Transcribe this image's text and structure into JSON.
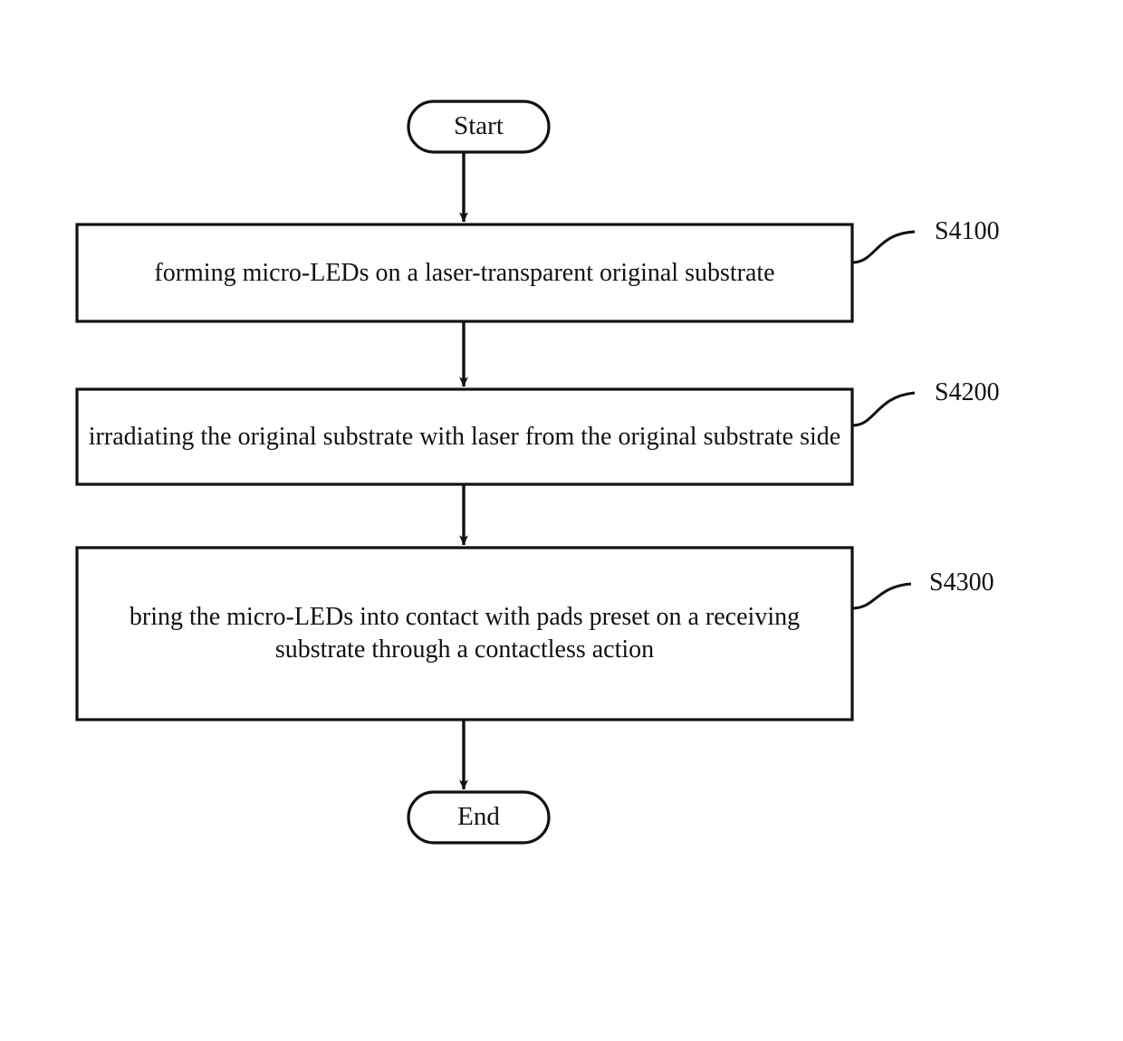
{
  "diagram": {
    "type": "flowchart",
    "orientation": "vertical",
    "background_color": "#ffffff",
    "stroke_color": "#111111",
    "figure_caption": "",
    "nodes": [
      {
        "id": "start",
        "shape": "terminator",
        "label": "Start",
        "ref": ""
      },
      {
        "id": "s4100",
        "shape": "process",
        "label": "forming micro-LEDs on a laser-transparent original substrate",
        "ref": "S4100"
      },
      {
        "id": "s4200",
        "shape": "process",
        "label": "irradiating the original substrate with laser from the original substrate side",
        "ref": "S4200"
      },
      {
        "id": "s4300",
        "shape": "process",
        "label": "bring the micro-LEDs into contact with pads preset on a receiving substrate through a contactless action",
        "ref": "S4300"
      },
      {
        "id": "end",
        "shape": "terminator",
        "label": "End",
        "ref": ""
      }
    ],
    "edges": [
      {
        "from": "start",
        "to": "s4100",
        "style": "solid-arrow"
      },
      {
        "from": "s4100",
        "to": "s4200",
        "style": "solid-arrow"
      },
      {
        "from": "s4200",
        "to": "s4300",
        "style": "solid-arrow"
      },
      {
        "from": "s4300",
        "to": "end",
        "style": "solid-arrow"
      }
    ],
    "leader_lines": [
      {
        "target": "s4100",
        "label": "S4100"
      },
      {
        "target": "s4200",
        "label": "S4200"
      },
      {
        "target": "s4300",
        "label": "S4300"
      }
    ]
  }
}
